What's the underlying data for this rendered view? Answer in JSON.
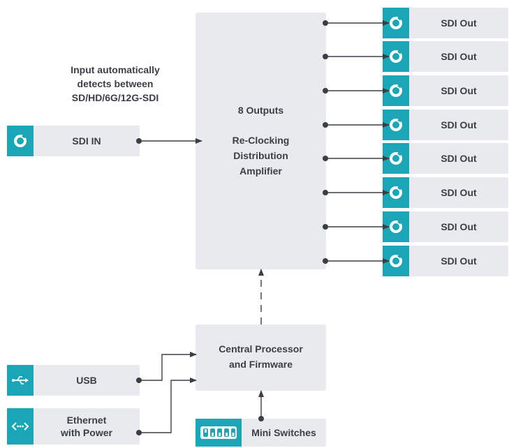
{
  "input_note": [
    "Input automatically",
    "detects between",
    "SD/HD/6G/12G-SDI"
  ],
  "sdi_in": {
    "label": "SDI IN",
    "icon": "sdi-connector-icon"
  },
  "distribution_amp": {
    "outputs_label": "8 Outputs",
    "title_lines": [
      "Re-Clocking",
      "Distribution",
      "Amplifier"
    ]
  },
  "sdi_outputs": [
    {
      "label": "SDI Out"
    },
    {
      "label": "SDI Out"
    },
    {
      "label": "SDI Out"
    },
    {
      "label": "SDI Out"
    },
    {
      "label": "SDI Out"
    },
    {
      "label": "SDI Out"
    },
    {
      "label": "SDI Out"
    },
    {
      "label": "SDI Out"
    }
  ],
  "processor": {
    "title_lines": [
      "Central Processor",
      "and Firmware"
    ]
  },
  "usb": {
    "label": "USB",
    "icon": "usb-icon"
  },
  "ethernet": {
    "label_lines": [
      "Ethernet",
      "with Power"
    ],
    "icon": "ethernet-icon"
  },
  "mini_switches": {
    "label": "Mini Switches",
    "icon": "dip-switch-icon"
  },
  "colors": {
    "accent": "#1aa6b7",
    "box": "#e8eaed",
    "line": "#3a3f45"
  }
}
